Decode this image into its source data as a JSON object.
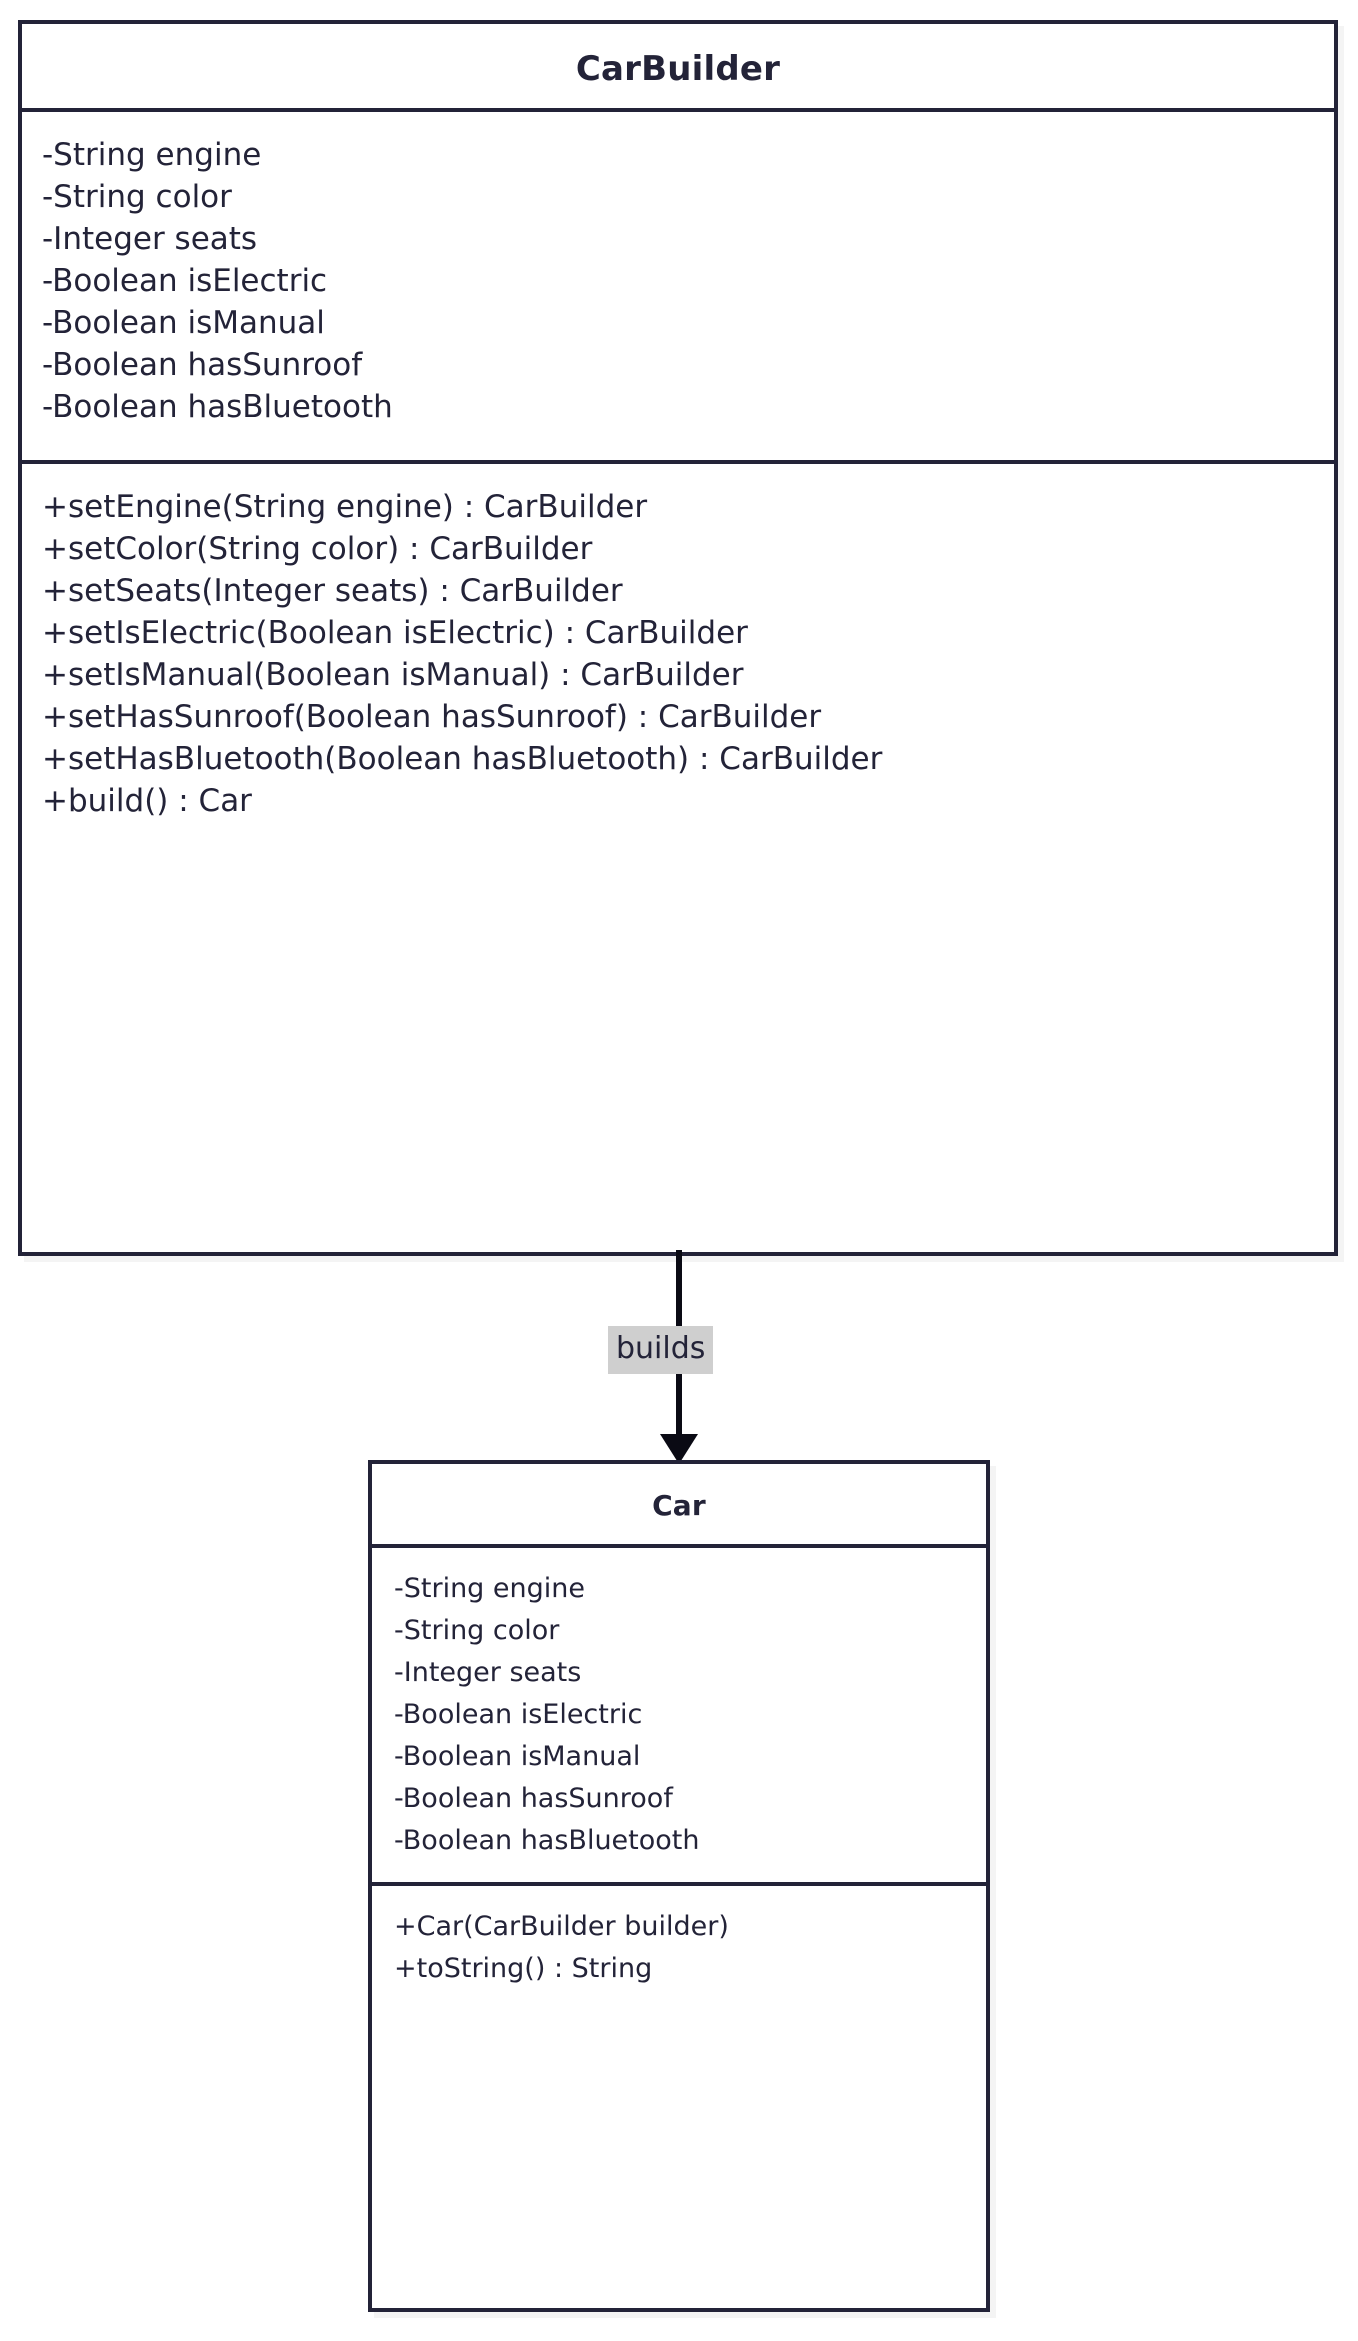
{
  "diagram": {
    "type": "uml-class-diagram",
    "background_color": "#ffffff",
    "border_color": "#232338",
    "text_color": "#232338",
    "label_background_color": "#cfcfcf",
    "arrow_color": "#0a0a14"
  },
  "classes": [
    {
      "id": "carbuilder",
      "name": "CarBuilder",
      "attributes": [
        "-String engine",
        "-String color",
        "-Integer seats",
        "-Boolean isElectric",
        "-Boolean isManual",
        "-Boolean hasSunroof",
        "-Boolean hasBluetooth"
      ],
      "methods": [
        "+setEngine(String engine) : CarBuilder",
        "+setColor(String color) : CarBuilder",
        "+setSeats(Integer seats) : CarBuilder",
        "+setIsElectric(Boolean isElectric) : CarBuilder",
        "+setIsManual(Boolean isManual) : CarBuilder",
        "+setHasSunroof(Boolean hasSunroof) : CarBuilder",
        "+setHasBluetooth(Boolean hasBluetooth) : CarBuilder",
        "+build() : Car"
      ]
    },
    {
      "id": "car",
      "name": "Car",
      "attributes": [
        "-String engine",
        "-String color",
        "-Integer seats",
        "-Boolean isElectric",
        "-Boolean isManual",
        "-Boolean hasSunroof",
        "-Boolean hasBluetooth"
      ],
      "methods": [
        "+Car(CarBuilder builder)",
        "+toString() : String"
      ]
    }
  ],
  "relationships": [
    {
      "id": "builds",
      "label": "builds",
      "from": "CarBuilder",
      "to": "Car",
      "style": "solid-arrow",
      "direction": "down"
    }
  ]
}
